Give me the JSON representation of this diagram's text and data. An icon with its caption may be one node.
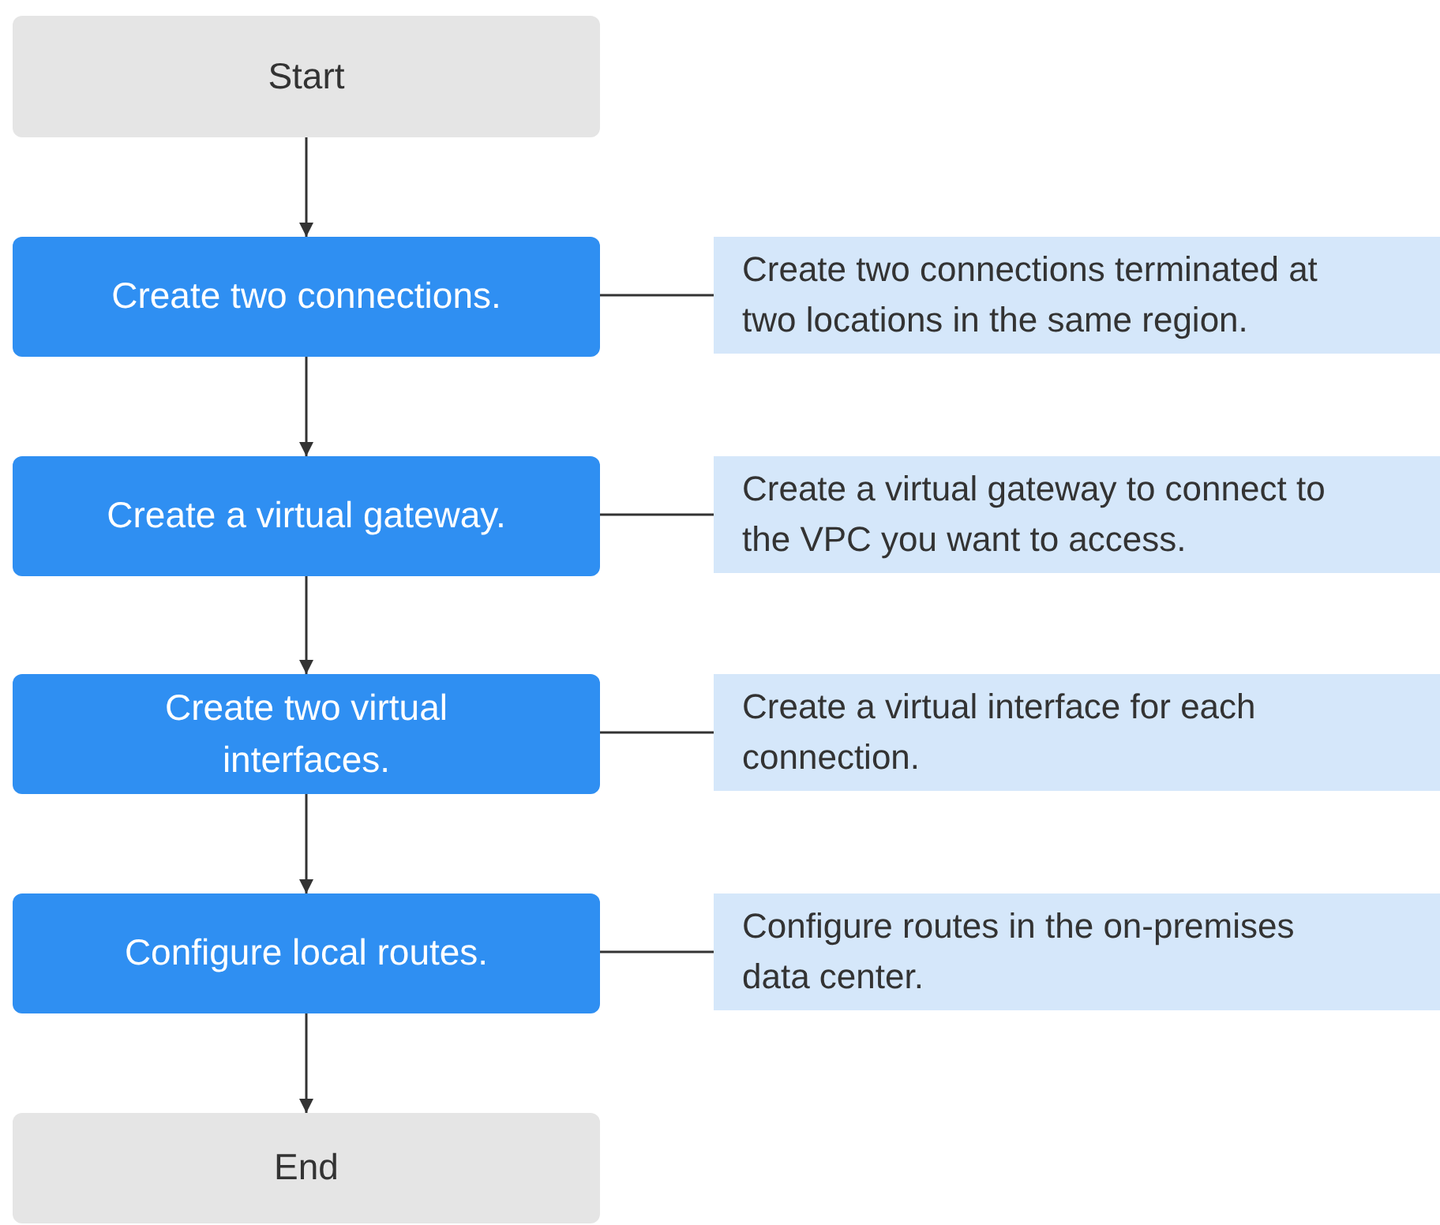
{
  "diagram": {
    "nodes": [
      {
        "text": [
          "Start"
        ]
      },
      {
        "text": [
          "Create two connections."
        ]
      },
      {
        "text": [
          "Create two connections terminated at two locations in the same region."
        ]
      },
      {
        "text": [
          "Create a virtual gateway."
        ]
      },
      {
        "text": [
          "Create a virtual gateway to connect to the VPC you want to access."
        ]
      },
      {
        "text": [
          "Create two virtual interfaces."
        ]
      },
      {
        "text": [
          "Create a virtual interface for each connection."
        ]
      },
      {
        "text": [
          "Configure local routes."
        ]
      },
      {
        "text": [
          "Configure routes in the on-premises data center."
        ]
      },
      {
        "text": [
          "End"
        ]
      }
    ],
    "edges": [
      {
        "from": 0,
        "to": 1,
        "arrow": "to"
      },
      {
        "from": 1,
        "to": 2,
        "arrow": "none"
      },
      {
        "from": 1,
        "to": 3,
        "arrow": "to"
      },
      {
        "from": 3,
        "to": 4,
        "arrow": "none"
      },
      {
        "from": 3,
        "to": 5,
        "arrow": "to"
      },
      {
        "from": 5,
        "to": 6,
        "arrow": "none"
      },
      {
        "from": 5,
        "to": 7,
        "arrow": "to"
      },
      {
        "from": 7,
        "to": 8,
        "arrow": "none"
      },
      {
        "from": 7,
        "to": 9,
        "arrow": "to"
      }
    ]
  }
}
